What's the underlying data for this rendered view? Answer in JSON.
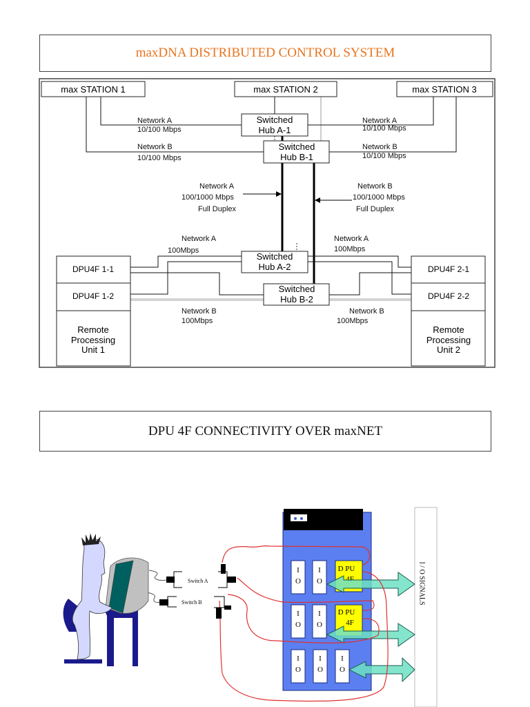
{
  "titles": {
    "top": "maxDNA DISTRIBUTED CONTROL SYSTEM",
    "bottom": "DPU 4F CONNECTIVITY OVER maxNET"
  },
  "colors": {
    "title_accent": "#e8741f",
    "rack_blue": "#5b7ff0",
    "dpu_yellow": "#ffff00",
    "arrow_teal": "#6fe0c4",
    "cable_red": "#e03030",
    "figure_body": "#d4d8ff",
    "furniture_navy": "#1a1a8c",
    "monitor_screen": "#006060"
  },
  "network_diagram": {
    "stations": [
      {
        "label": "max STATION 1"
      },
      {
        "label": "max STATION 2"
      },
      {
        "label": "max STATION 3"
      }
    ],
    "hubs": [
      {
        "label1": "Switched",
        "label2": "Hub A-1"
      },
      {
        "label1": "Switched",
        "label2": "Hub B-1"
      },
      {
        "label1": "Switched",
        "label2": "Hub A-2"
      },
      {
        "label1": "Switched",
        "label2": "Hub B-2"
      }
    ],
    "network_labels": {
      "left_a_name": "Network A",
      "left_a_speed": "10/100 Mbps",
      "left_b_name": "Network B",
      "left_b_speed": "10/100 Mbps",
      "right_a_name": "Network A",
      "right_a_speed": "10/100 Mbps",
      "right_b_name": "Network B",
      "right_b_speed": "10/100 Mbps",
      "backbone_a_name": "Network A",
      "backbone_a_speed": "100/1000 Mbps",
      "backbone_a_mode": "Full Duplex",
      "backbone_b_name": "Network B",
      "backbone_b_speed": "100/1000 Mbps",
      "backbone_b_mode": "Full Duplex",
      "lower_left_a_name": "Network A",
      "lower_left_a_speed": "100Mbps",
      "lower_right_a_name": "Network A",
      "lower_right_a_speed": "100Mbps",
      "lower_left_b_name": "Network B",
      "lower_left_b_speed": "100Mbps",
      "lower_right_b_name": "Network B",
      "lower_right_b_speed": "100Mbps"
    },
    "rpu_left": {
      "dpu1": "DPU4F 1-1",
      "dpu2": "DPU4F 1-2",
      "unit": [
        "Remote",
        "Processing",
        "Unit 1"
      ]
    },
    "rpu_right": {
      "dpu1": "DPU4F 2-1",
      "dpu2": "DPU4F 2-2",
      "unit": [
        "Remote",
        "Processing",
        "Unit 2"
      ]
    }
  },
  "connectivity_diagram": {
    "switch_a": "Switch A",
    "switch_b": "Switch B",
    "io_letter_top": "I",
    "io_letter_bottom": "O",
    "dpu_line1": "D PU",
    "dpu_line2": "4F",
    "io_signals": "I / O SIGNALS"
  }
}
